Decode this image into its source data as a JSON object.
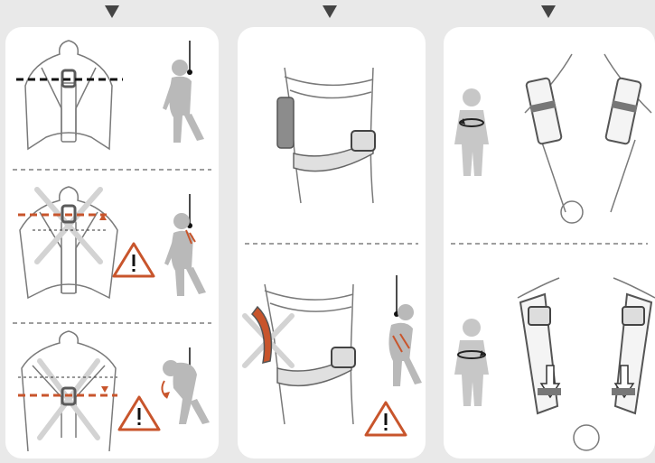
{
  "palette": {
    "page_bg": "#e9e9e9",
    "panel_bg": "#ffffff",
    "line": "#7a7a7a",
    "figure": "#b9b9b9",
    "figure_dark": "#9a9a9a",
    "hardware": "#5a5a5a",
    "warning": "#c8552c",
    "cross": "#d3d3d3",
    "divider": "#7f7f7f"
  },
  "icons": {
    "step_arrow": "triangle-down-icon",
    "warning": "warning-triangle-icon",
    "cross": "x-mark-icon",
    "plumb_line": "plumb-line-icon"
  },
  "panels": [
    {
      "id": "chest-position",
      "rows": [
        "correct",
        "too-high",
        "too-low"
      ]
    },
    {
      "id": "leg-loops",
      "rows": [
        "correct",
        "incorrect"
      ]
    },
    {
      "id": "shoulder-adjust",
      "rows": [
        "loose",
        "tight"
      ]
    }
  ]
}
